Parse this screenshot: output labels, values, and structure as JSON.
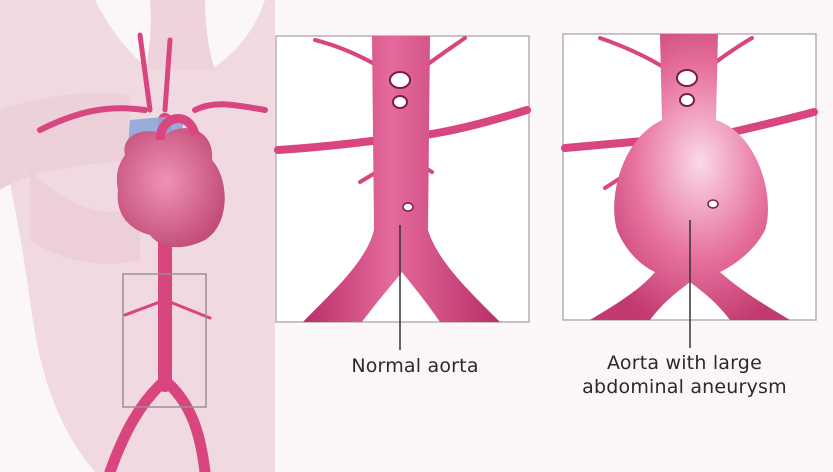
{
  "labels": {
    "normal_aorta": "Normal aorta",
    "aneurysm_line1": "Aorta with large",
    "aneurysm_line2": "abdominal aneurysm"
  },
  "colors": {
    "vessel": "#d8457f",
    "vessel_light": "#f2a6c6",
    "vessel_dark": "#a8285c",
    "vein": "#8ea7d8",
    "skin": "#f1d9e1",
    "panel_border": "#b7aeb4",
    "background": "#fbf6f8"
  }
}
